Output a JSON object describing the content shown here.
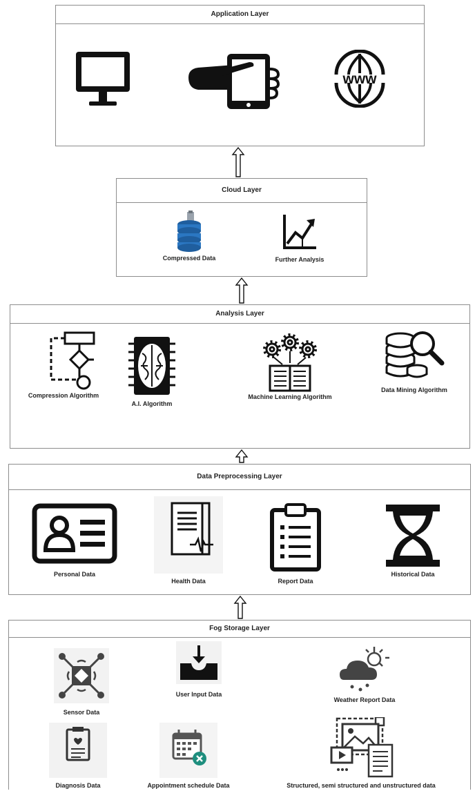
{
  "layers": {
    "application": {
      "title": "Application Layer",
      "icons": [
        "monitor-icon",
        "tablet-in-hand-icon",
        "www-globe-icon"
      ]
    },
    "cloud": {
      "title": "Cloud Layer",
      "items": [
        {
          "label": "Compressed Data",
          "icon": "database-icon"
        },
        {
          "label": "Further Analysis",
          "icon": "growth-chart-icon"
        }
      ]
    },
    "analysis": {
      "title": "Analysis Layer",
      "items": [
        {
          "label": "Compression Algorithm",
          "icon": "flowchart-icon"
        },
        {
          "label": "A.I. Algorithm",
          "icon": "brain-chip-icon"
        },
        {
          "label": "Machine Learning Algorithm",
          "icon": "gears-book-icon"
        },
        {
          "label": "Data Mining Algorithm",
          "icon": "coins-magnifier-icon"
        }
      ]
    },
    "preprocessing": {
      "title": "Data Preprocessing Layer",
      "items": [
        {
          "label": "Personal Data",
          "icon": "id-card-icon"
        },
        {
          "label": "Health Data",
          "icon": "health-document-icon"
        },
        {
          "label": "Report Data",
          "icon": "clipboard-icon"
        },
        {
          "label": "Historical Data",
          "icon": "hourglass-icon"
        }
      ]
    },
    "fog": {
      "title": "Fog Storage Layer",
      "items": [
        {
          "label": "Sensor Data",
          "icon": "sensor-icon"
        },
        {
          "label": "User Input Data",
          "icon": "download-tray-icon"
        },
        {
          "label": "Weather Report Data",
          "icon": "weather-cloud-icon"
        },
        {
          "label": "Diagnosis Data",
          "icon": "diagnosis-clipboard-icon"
        },
        {
          "label": "Appointment schedule Data",
          "icon": "calendar-icon"
        },
        {
          "label": "Structured, semi structured and unstructured data",
          "icon": "media-files-icon"
        }
      ]
    }
  }
}
